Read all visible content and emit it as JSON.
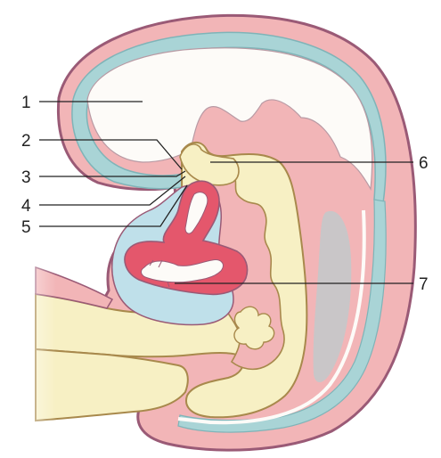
{
  "labels": {
    "l1": "1",
    "l2": "2",
    "l3": "3",
    "l4": "4",
    "l5": "5",
    "l6": "6",
    "l7": "7"
  },
  "colors": {
    "outer_wall": "#f2b5b7",
    "outer_outline": "#9a5a76",
    "teal_layer": "#a9d4d6",
    "white_cavity": "#fdfbf8",
    "yellow_tube": "#f7f0c4",
    "yellow_outline": "#a8894c",
    "red_organ": "#e4576c",
    "light_blue": "#bfe0ea",
    "gray_strip": "#c9c6c8"
  }
}
